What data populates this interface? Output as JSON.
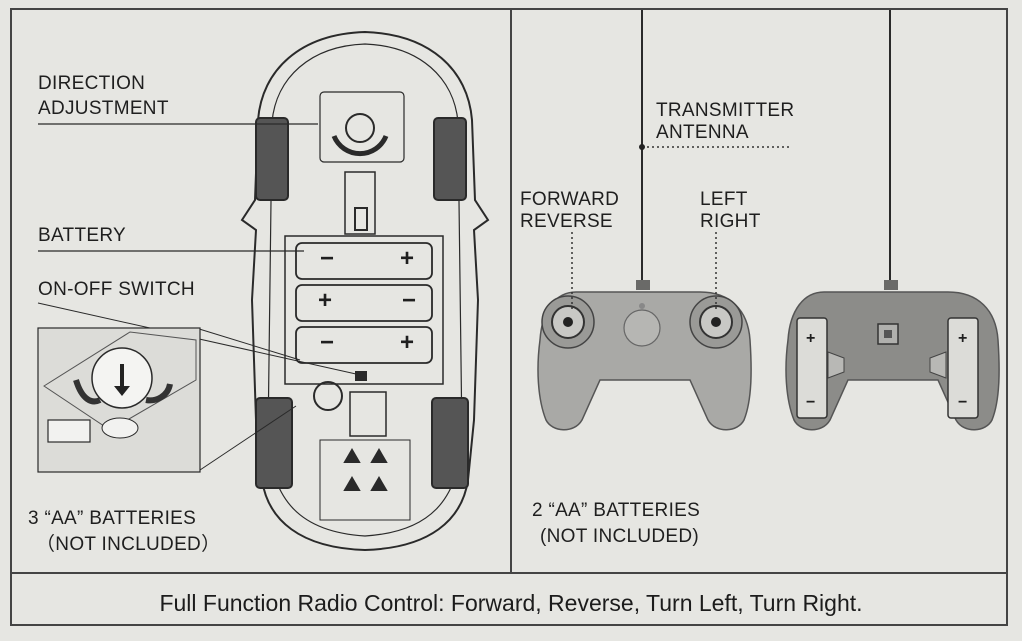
{
  "left_panel": {
    "direction_adjustment": [
      "DIRECTION",
      "ADJUSTMENT"
    ],
    "battery": "BATTERY",
    "on_off_switch": "ON-OFF SWITCH",
    "batteries_note": [
      "3 “AA” BATTERIES",
      "（NOT INCLUDED）"
    ]
  },
  "right_panel": {
    "transmitter_antenna": [
      "TRANSMITTER",
      "ANTENNA"
    ],
    "forward_reverse": [
      "FORWARD",
      "REVERSE"
    ],
    "left_right": [
      "LEFT",
      "RIGHT"
    ],
    "batteries_note": [
      "2 “AA” BATTERIES",
      "(NOT INCLUDED)"
    ]
  },
  "battery_symbols": {
    "plus": "+",
    "minus": "−"
  },
  "footer": "Full Function Radio Control: Forward, Reverse, Turn Left, Turn Right.",
  "colors": {
    "background": "#e6e6e2",
    "line": "#2a2a2a",
    "controller_fill": "#a9a9a6",
    "controller_dark": "#8c8c89"
  }
}
